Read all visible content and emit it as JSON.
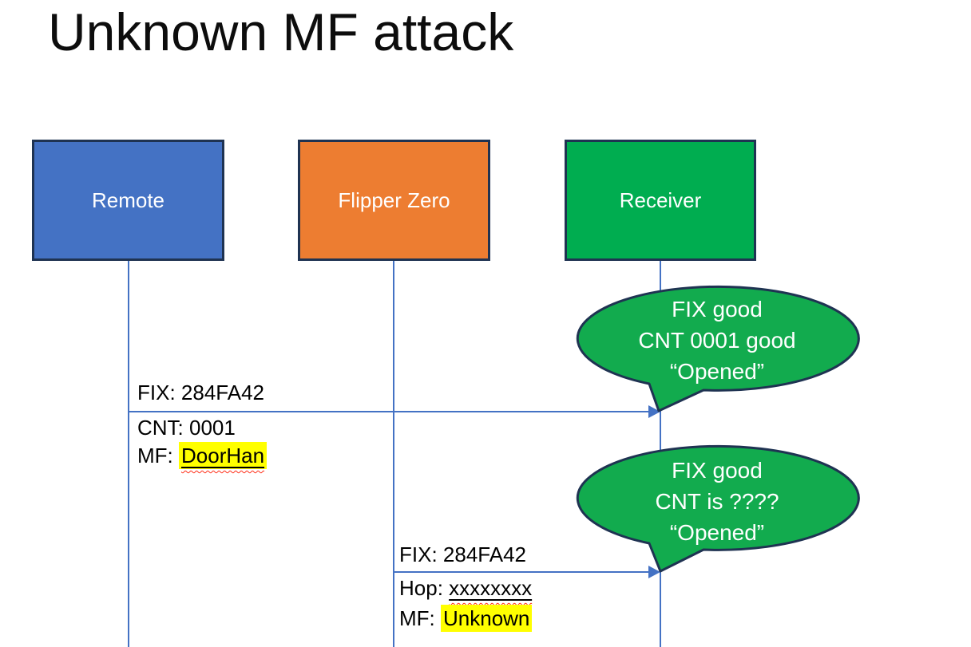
{
  "title": "Unknown MF attack",
  "actors": {
    "remote": {
      "label": "Remote"
    },
    "flipper": {
      "label": "Flipper Zero"
    },
    "receiver": {
      "label": "Receiver"
    }
  },
  "messages": {
    "remote_to_receiver": {
      "row1": "FIX: 284FA42",
      "row2": "CNT: 0001",
      "row3_prefix": "MF: ",
      "row3_value": "DoorHan"
    },
    "flipper_to_receiver": {
      "row1": "FIX: 284FA42",
      "row2_prefix": "Hop: ",
      "row2_value": "xxxxxxxx",
      "row3_prefix": "MF: ",
      "row3_value": "Unknown"
    }
  },
  "bubbles": {
    "first": {
      "line1": "FIX good",
      "line2": "CNT 0001 good",
      "line3": "“Opened”"
    },
    "second": {
      "line1": "FIX good",
      "line2": "CNT is ????",
      "line3": "“Opened”"
    }
  },
  "colors": {
    "actor-blue": "#4472C4",
    "actor-orange": "#ED7D31",
    "actor-green": "#00AD50",
    "bubble-green": "#12AB4E",
    "border-navy": "#1F3352",
    "line-blue": "#4472C4",
    "highlight-yellow": "#FFFF00",
    "squiggle-red": "#FF2D16",
    "text-white": "#FFFFFF",
    "text-black": "#000000"
  }
}
